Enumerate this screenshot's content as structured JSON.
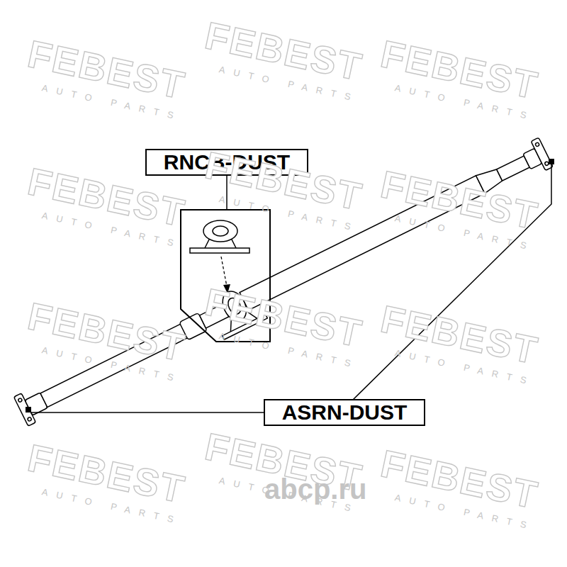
{
  "diagram": {
    "nodes": [
      {
        "text": [
          "RNCB-DUST"
        ]
      },
      {
        "text": [
          "ASRN-DUST"
        ]
      }
    ],
    "labels": [
      "FEBEST",
      "AUTO PARTS",
      "FEBEST",
      "AUTO PARTS",
      "FEBEST",
      "AUTO PARTS",
      "FEBEST",
      "AUTO PARTS",
      "FEBEST",
      "AUTO PARTS",
      "FEBEST",
      "AUTO PARTS",
      "FEBEST",
      "AUTO PARTS",
      "FEBEST",
      "AUTO PARTS",
      "FEBEST",
      "AUTO PARTS",
      "FEBEST",
      "AUTO PARTS",
      "FEBEST",
      "AUTO PARTS",
      "FEBEST",
      "AUTO PARTS",
      "abcp.ru"
    ]
  }
}
